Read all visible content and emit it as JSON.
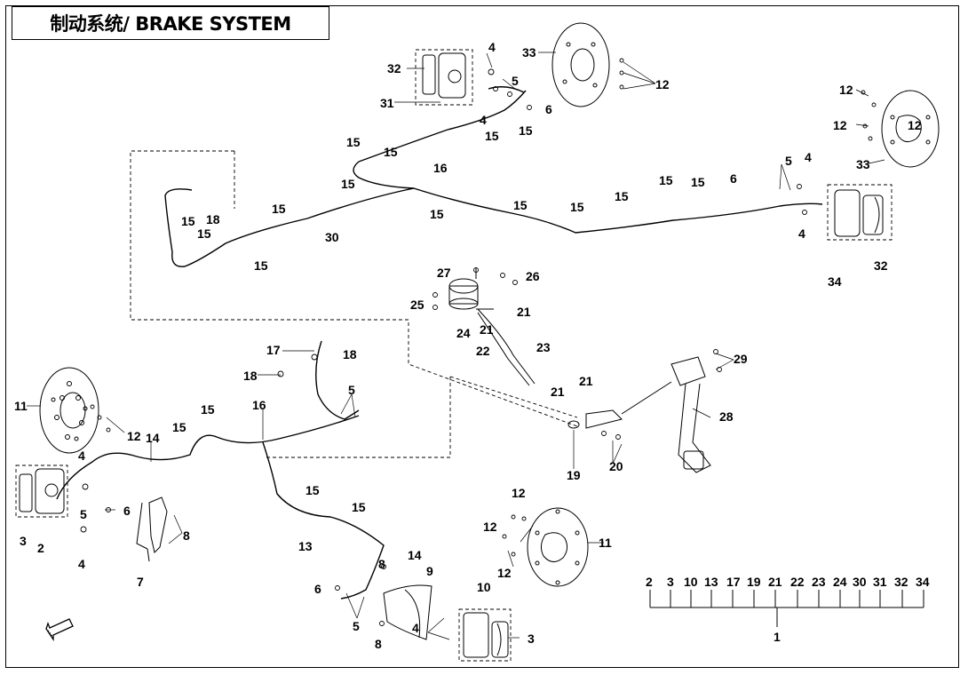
{
  "title": "制动系统/ BRAKE SYSTEM",
  "parts": [
    {
      "no": "1"
    },
    {
      "no": "2"
    },
    {
      "no": "3"
    },
    {
      "no": "4"
    },
    {
      "no": "5"
    },
    {
      "no": "6"
    },
    {
      "no": "7"
    },
    {
      "no": "8"
    },
    {
      "no": "9"
    },
    {
      "no": "10"
    },
    {
      "no": "11"
    },
    {
      "no": "12"
    },
    {
      "no": "13"
    },
    {
      "no": "14"
    },
    {
      "no": "15"
    },
    {
      "no": "16"
    },
    {
      "no": "17"
    },
    {
      "no": "18"
    },
    {
      "no": "19"
    },
    {
      "no": "20"
    },
    {
      "no": "21"
    },
    {
      "no": "22"
    },
    {
      "no": "23"
    },
    {
      "no": "24"
    },
    {
      "no": "25"
    },
    {
      "no": "26"
    },
    {
      "no": "27"
    },
    {
      "no": "28"
    },
    {
      "no": "29"
    },
    {
      "no": "30"
    },
    {
      "no": "31"
    },
    {
      "no": "32"
    },
    {
      "no": "33"
    },
    {
      "no": "34"
    }
  ],
  "assembly_group": {
    "parent": "1",
    "members": [
      "2",
      "3",
      "10",
      "13",
      "17",
      "19",
      "21",
      "22",
      "23",
      "24",
      "30",
      "31",
      "32",
      "34"
    ]
  },
  "fwd_icon": "fwd-arrow-icon"
}
